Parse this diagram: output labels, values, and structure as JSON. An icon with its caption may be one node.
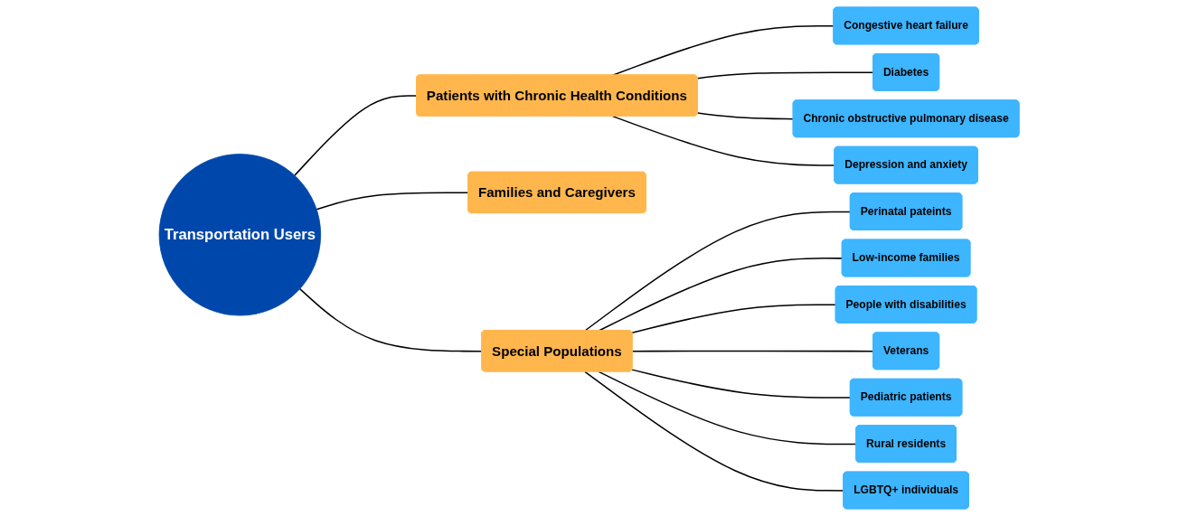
{
  "diagram": {
    "nodes": [
      {
        "text": [
          "Transportation Users"
        ]
      },
      {
        "text": [
          "Patients with Chronic Health Conditions"
        ]
      },
      {
        "text": [
          "Families and Caregivers"
        ]
      },
      {
        "text": [
          "Special Populations"
        ]
      },
      {
        "text": [
          "Congestive heart failure"
        ]
      },
      {
        "text": [
          "Diabetes"
        ]
      },
      {
        "text": [
          "Chronic obstructive pulmonary disease"
        ]
      },
      {
        "text": [
          "Depression and anxiety"
        ]
      },
      {
        "text": [
          "Perinatal pateints"
        ]
      },
      {
        "text": [
          "Low-income families"
        ]
      },
      {
        "text": [
          "People with disabilities"
        ]
      },
      {
        "text": [
          "Veterans"
        ]
      },
      {
        "text": [
          "Pediatric patients"
        ]
      },
      {
        "text": [
          "Rural residents"
        ]
      },
      {
        "text": [
          "LGBTQ+ individuals"
        ]
      }
    ],
    "edges": [
      {
        "from": 0,
        "to": 1,
        "arrow": "none"
      },
      {
        "from": 0,
        "to": 2,
        "arrow": "none"
      },
      {
        "from": 0,
        "to": 3,
        "arrow": "none"
      },
      {
        "from": 1,
        "to": 4,
        "arrow": "none"
      },
      {
        "from": 1,
        "to": 5,
        "arrow": "none"
      },
      {
        "from": 1,
        "to": 6,
        "arrow": "none"
      },
      {
        "from": 1,
        "to": 7,
        "arrow": "none"
      },
      {
        "from": 3,
        "to": 8,
        "arrow": "none"
      },
      {
        "from": 3,
        "to": 9,
        "arrow": "none"
      },
      {
        "from": 3,
        "to": 10,
        "arrow": "none"
      },
      {
        "from": 3,
        "to": 11,
        "arrow": "none"
      },
      {
        "from": 3,
        "to": 12,
        "arrow": "none"
      },
      {
        "from": 3,
        "to": 13,
        "arrow": "none"
      },
      {
        "from": 3,
        "to": 14,
        "arrow": "none"
      }
    ]
  }
}
